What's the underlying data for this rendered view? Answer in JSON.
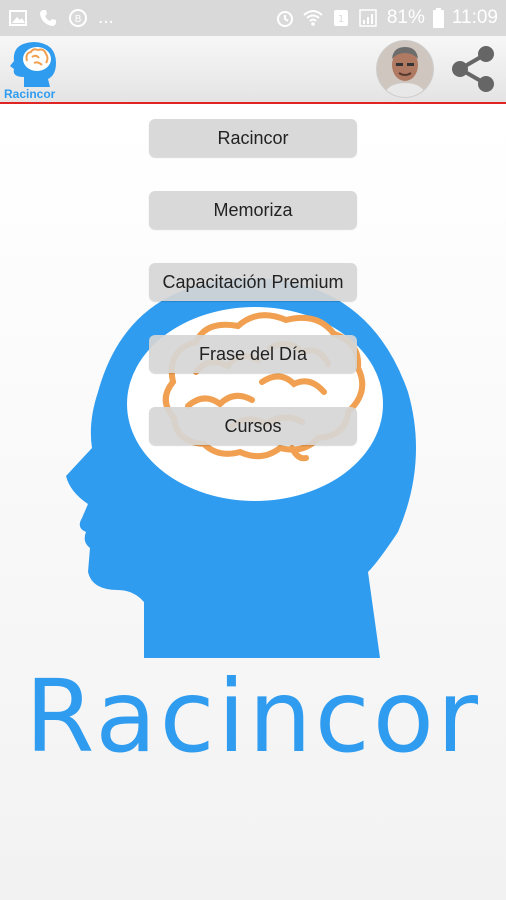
{
  "status_bar": {
    "icons_left": [
      "image-icon",
      "phone-icon",
      "b-circle-icon"
    ],
    "more": "...",
    "icons_right": [
      "alarm-icon",
      "wifi-icon",
      "data-icon",
      "signal-icon"
    ],
    "battery": "81%",
    "time": "11:09"
  },
  "app_bar": {
    "logo_text": "Racincor",
    "share_icon": "share-icon"
  },
  "menu": {
    "items": [
      {
        "label": "Racincor"
      },
      {
        "label": "Memoriza"
      },
      {
        "label": "Capacitación Premium"
      },
      {
        "label": "Frase del Día"
      },
      {
        "label": "Cursos"
      }
    ]
  },
  "brand": {
    "name": "Racincor",
    "primary_color": "#2f9cf0",
    "brain_color": "#f0a050",
    "accent_line_color": "#e02424"
  }
}
